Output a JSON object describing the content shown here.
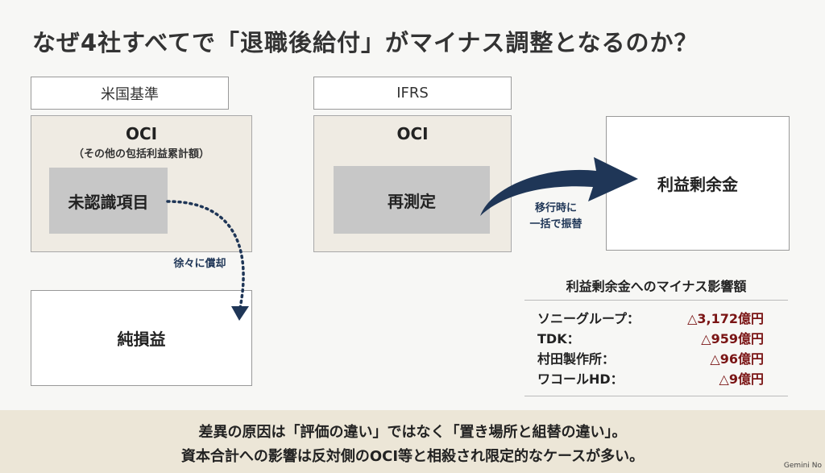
{
  "title": "なぜ4社すべてで「退職後給付」がマイナス調整となるのか？",
  "us_gaap": {
    "header": "米国基準",
    "oci_title": "OCI",
    "oci_subtitle": "（その他の包括利益累計額）",
    "inner_item": "未認識項目",
    "transfer_note": "徐々に償却",
    "target": "純損益"
  },
  "ifrs": {
    "header": "IFRS",
    "oci_title": "OCI",
    "inner_item": "再測定",
    "transfer_note_line1": "移行時に",
    "transfer_note_line2": "一括で振替",
    "target": "利益剰余金"
  },
  "impact": {
    "title": "利益剰余金へのマイナス影響額",
    "rows": [
      {
        "company": "ソニーグループ：",
        "amount": "△3,172億円"
      },
      {
        "company": "TDK：",
        "amount": "△959億円"
      },
      {
        "company": "村田製作所：",
        "amount": "△96億円"
      },
      {
        "company": "ワコールHD：",
        "amount": "△9億円"
      }
    ]
  },
  "conclusion": {
    "line1": "差異の原因は「評価の違い」ではなく「置き場所と組替の違い」。",
    "line2": "資本合計への影響は反対側のOCI等と相殺され限定的なケースが多い。"
  },
  "watermark": "Gemini No",
  "colors": {
    "arrow_navy": "#1f3657",
    "negative_value": "#7a1414",
    "band": "#ece6d7"
  }
}
